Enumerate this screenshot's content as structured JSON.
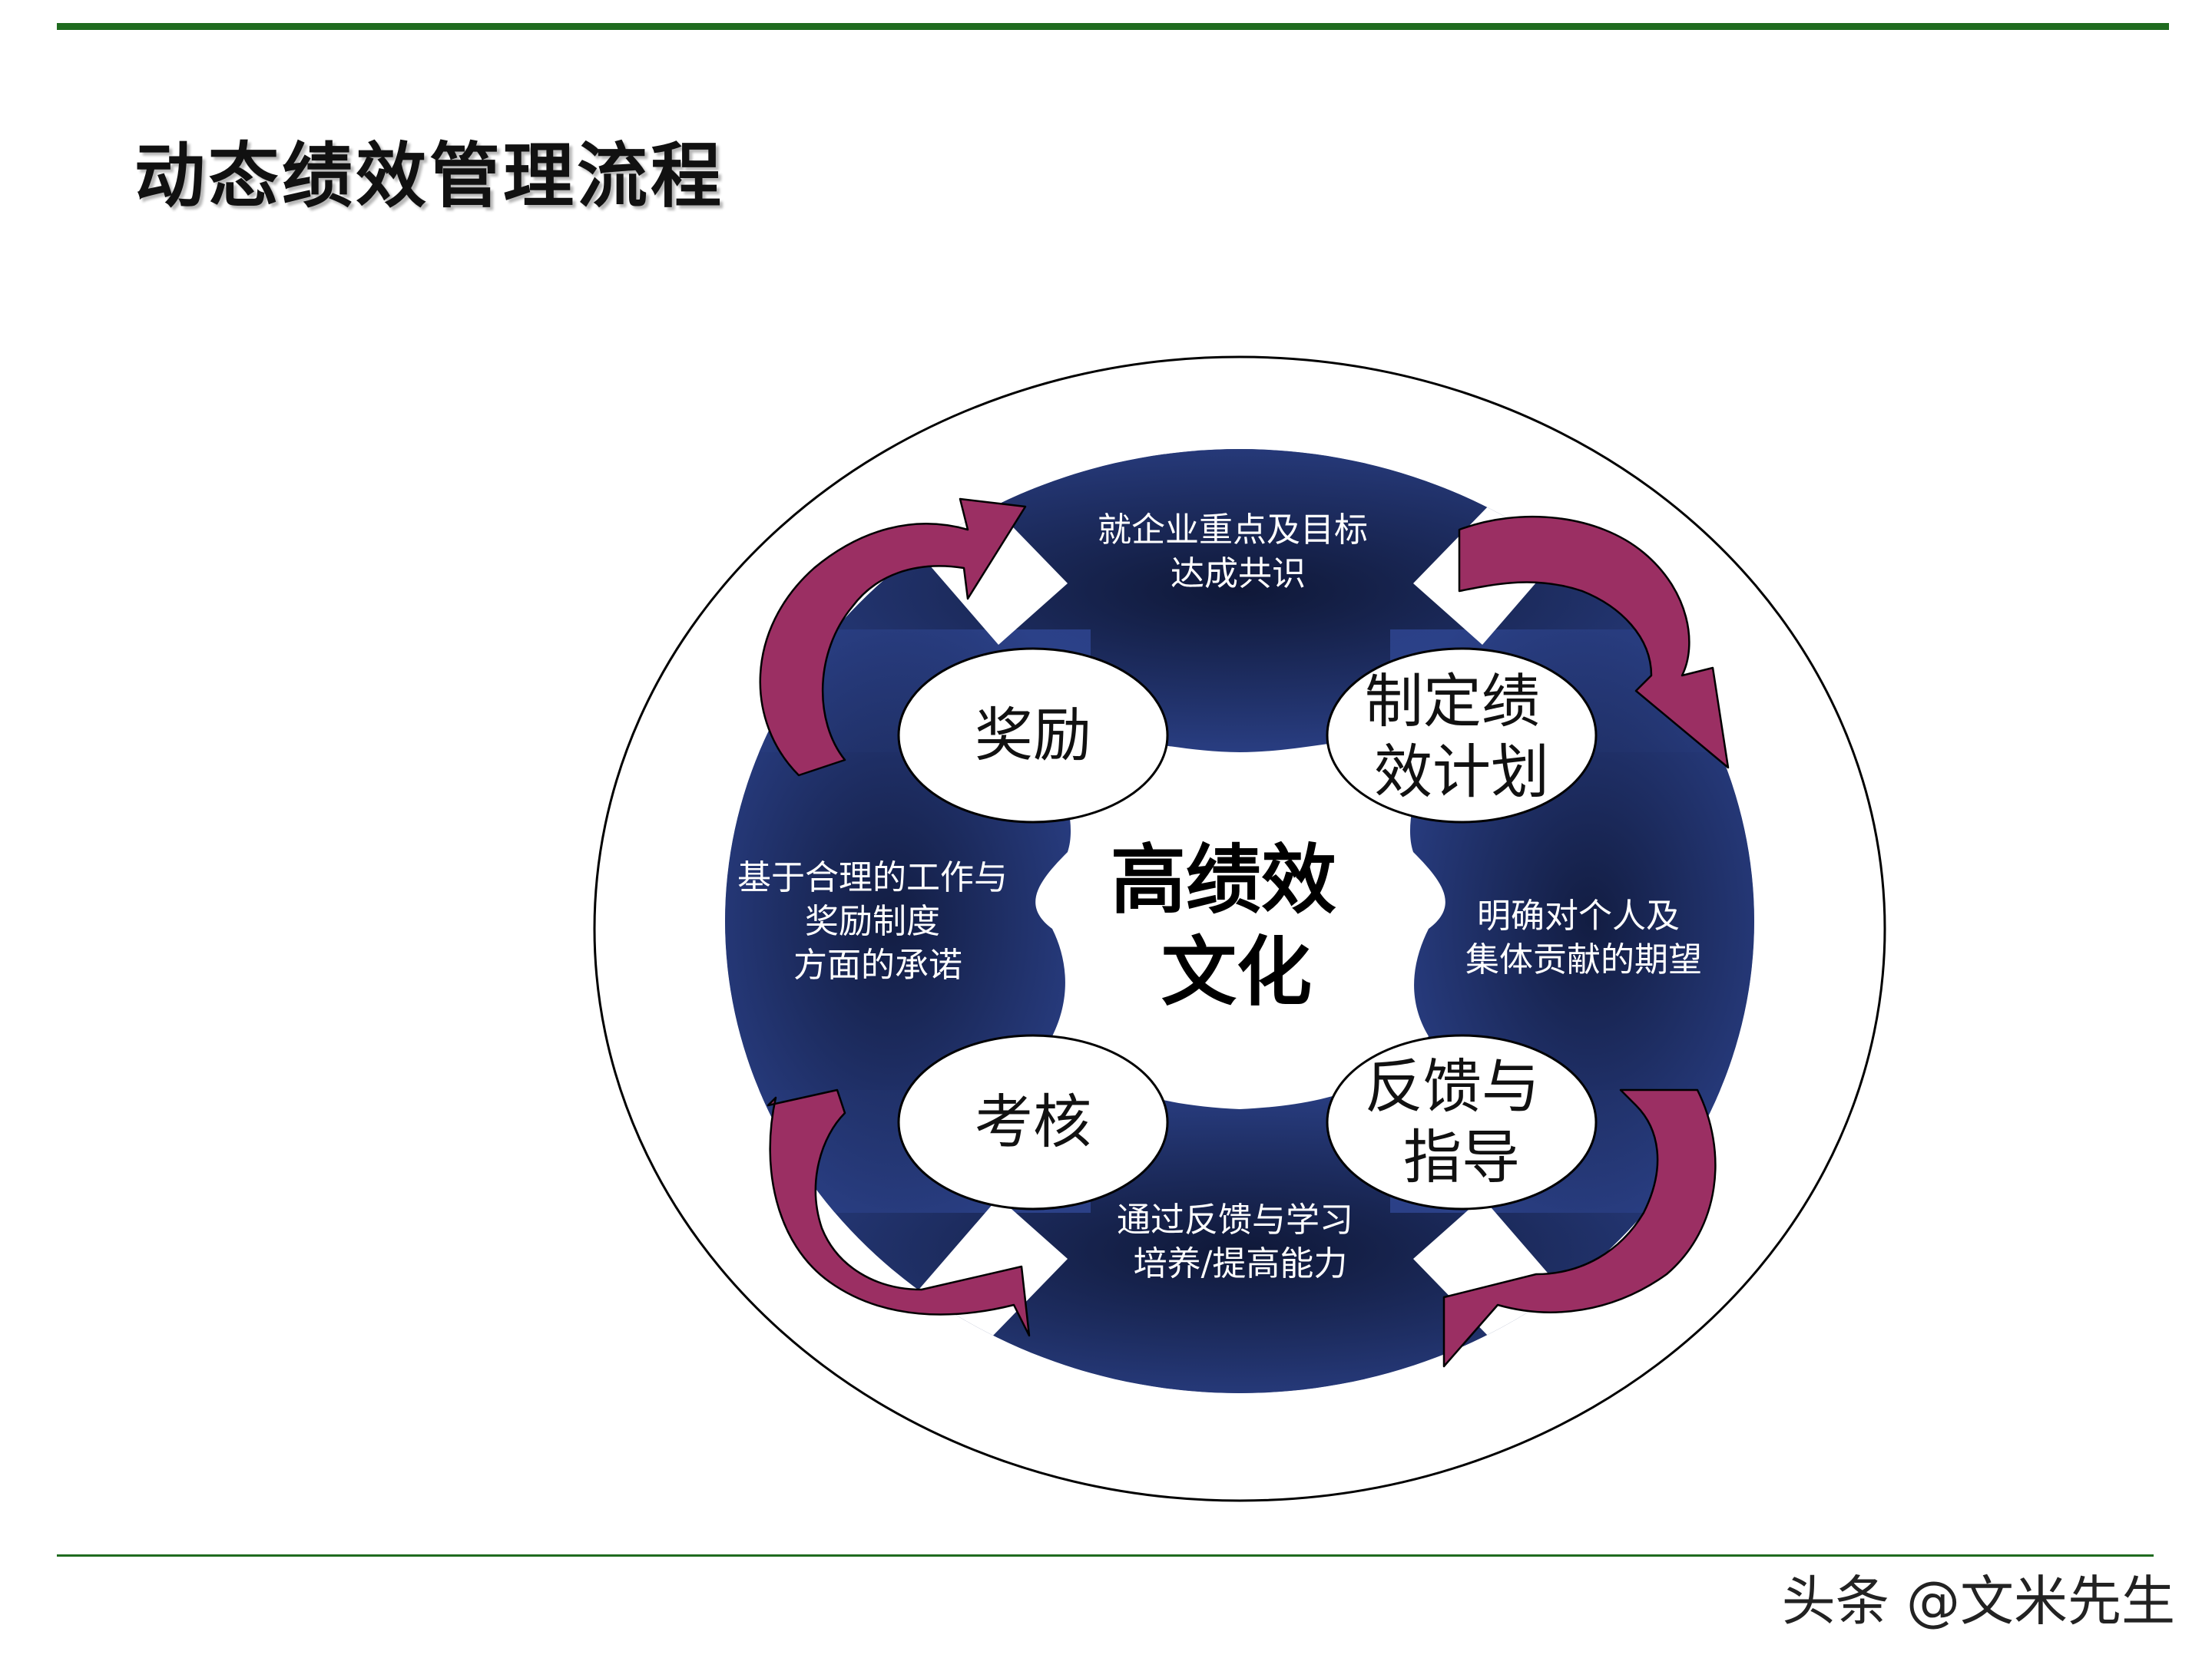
{
  "slide": {
    "title": "动态绩效管理流程",
    "watermark": "头条 @文米先生"
  },
  "diagram": {
    "center": {
      "lines": [
        "高绩效",
        "文化"
      ]
    },
    "nodes": [
      {
        "id": "reward",
        "lines": [
          "奖励"
        ]
      },
      {
        "id": "plan",
        "lines": [
          "制定绩",
          "效计划"
        ]
      },
      {
        "id": "assess",
        "lines": [
          "考核"
        ]
      },
      {
        "id": "feedback",
        "lines": [
          "反馈与",
          "指导"
        ]
      }
    ],
    "segments": [
      {
        "id": "top",
        "lines": [
          "就企业重点及目标",
          "达成共识"
        ]
      },
      {
        "id": "right",
        "lines": [
          "明确对个人及",
          "集体贡献的期望"
        ]
      },
      {
        "id": "bottom",
        "lines": [
          "通过反馈与学习",
          "培养/提高能力"
        ]
      },
      {
        "id": "left",
        "lines": [
          "基于合理的工作与",
          "奖励制度",
          "方面的承诺"
        ]
      }
    ],
    "colors": {
      "ring_dark": "#1b2a63",
      "ring_light": "#2e4590",
      "arrow_fill": "#9b2f63",
      "arrow_dark": "#6e1f45",
      "outline": "#000000",
      "rule_green": "#1f6b1f"
    }
  }
}
